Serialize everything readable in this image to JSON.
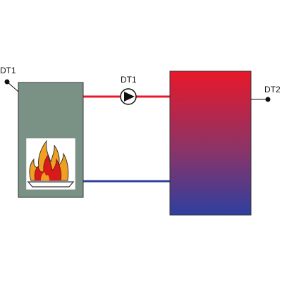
{
  "diagram": {
    "labels": {
      "boiler_sensor": "DT1",
      "pump_sensor": "DT1",
      "tank_sensor": "DT2"
    },
    "colors": {
      "boiler": "#7a9186",
      "boiler_stroke": "#333333",
      "tank_top": "#e8182a",
      "tank_bottom": "#2f3f9f",
      "flow_pipe": "#e8182a",
      "return_pipe": "#2f3f9f",
      "flame_outer": "#f0a020",
      "flame_inner": "#d81a1a",
      "fire_window": "#ffffff"
    },
    "icons": {
      "pump": "pump-icon",
      "fire": "flame-icon",
      "sensor": "sensor-dot-icon"
    }
  }
}
